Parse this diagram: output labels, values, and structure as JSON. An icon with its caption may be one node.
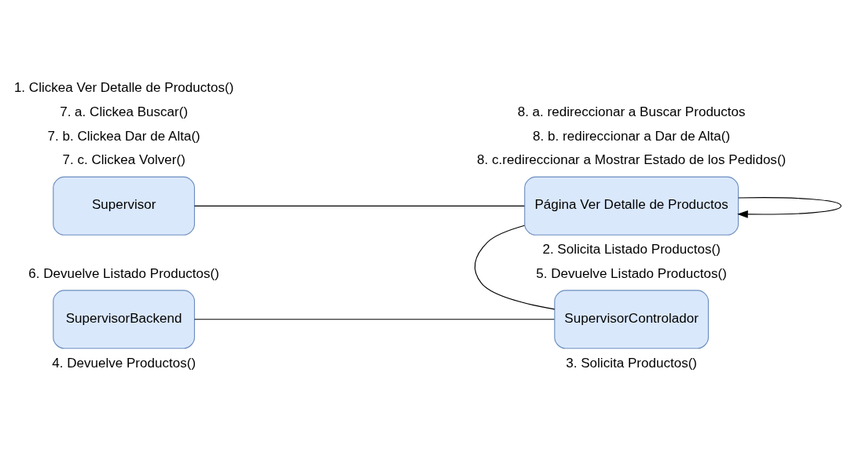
{
  "diagram": {
    "nodes": [
      {
        "text": [
          "Supervisor"
        ]
      },
      {
        "text": [
          "Página Ver Detalle de Productos"
        ]
      },
      {
        "text": [
          "SupervisorBackend"
        ]
      },
      {
        "text": [
          "SupervisorControlador"
        ]
      }
    ],
    "edges": [
      {
        "from": 0,
        "to": 1,
        "arrow": "none"
      },
      {
        "from": 1,
        "to": 1,
        "arrow": "to"
      },
      {
        "from": 1,
        "to": 3,
        "arrow": "none"
      },
      {
        "from": 2,
        "to": 3,
        "arrow": "none"
      }
    ],
    "labels": [
      "1. Clickea Ver Detalle de Productos()",
      "7. a. Clickea Buscar()",
      "7. b. Clickea Dar de Alta()",
      "7. c. Clickea Volver()",
      "8. a. redireccionar a Buscar Productos",
      "8. b. redireccionar a Dar de Alta()",
      "8. c.redireccionar a Mostrar Estado de los Pedidos()",
      "6. Devuelve Listado Productos()",
      "2. Solicita Listado Productos()",
      "5. Devuelve Listado Productos()",
      "4. Devuelve Productos()",
      "3. Solicita Productos()"
    ]
  }
}
